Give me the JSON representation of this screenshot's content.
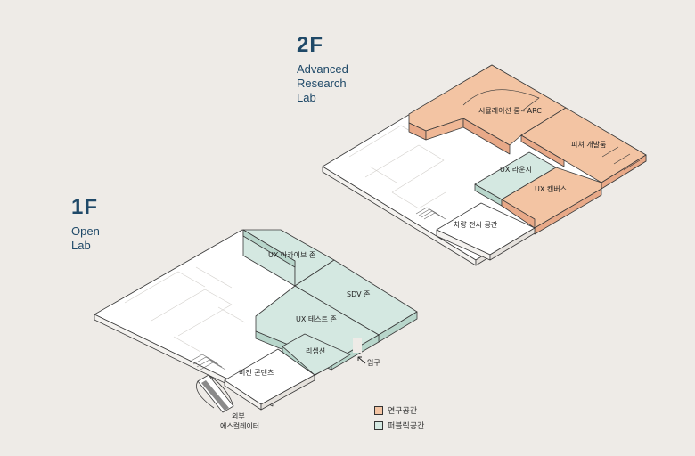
{
  "floors": {
    "second": {
      "number": "2F",
      "name_lines": [
        "Advanced",
        "Research",
        "Lab"
      ]
    },
    "first": {
      "number": "1F",
      "name_lines": [
        "Open",
        "Lab"
      ]
    }
  },
  "zones_2f": {
    "simulation_room": "시뮬레이션 룸 - ARC",
    "feature_dev": "피쳐 개발룸",
    "ux_lounge": "UX 라운지",
    "ux_canvas": "UX 캔버스",
    "vehicle_display": "차량 전시 공간"
  },
  "zones_1f": {
    "ux_archive": "UX 아카이브 존",
    "sdv_zone": "SDV 존",
    "ux_test": "UX 테스트 존",
    "reception": "리셉션",
    "vision_contents": "비전 콘텐츠",
    "entrance": "입구",
    "escalator_line1": "외부",
    "escalator_line2": "에스컬레이터"
  },
  "legend": {
    "research": "연구공간",
    "public": "퍼블릭공간"
  },
  "colors": {
    "research": "#f3c4a3",
    "public": "#d4e8e1",
    "floor": "#ffffff",
    "outline": "#3a3a3a",
    "label": "#1f4968"
  }
}
